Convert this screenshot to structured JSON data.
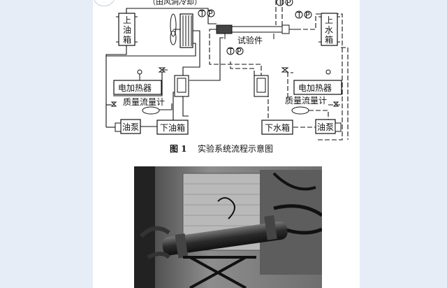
{
  "diagram": {
    "top_note": "（由风洞冷却）",
    "upper_oil_tank": [
      "上",
      "油",
      "箱"
    ],
    "upper_water_tank": [
      "上",
      "水",
      "箱"
    ],
    "test_piece": "试验件",
    "electric_heater_left": "电加热器",
    "electric_heater_right": "电加热器",
    "mass_flowmeter_left": "质量流量计",
    "mass_flowmeter_right": "质量流量计",
    "oil_pump": "油泵",
    "lower_oil_tank": "下油箱",
    "lower_water_tank": "下水箱",
    "water_pump": "油泵",
    "gauge_T": "T",
    "gauge_P": "P"
  },
  "figure_caption": {
    "number": "图 1",
    "title": "实验系统流程示意图"
  },
  "photo": {
    "description_icon": "experiment-rig-photo"
  }
}
